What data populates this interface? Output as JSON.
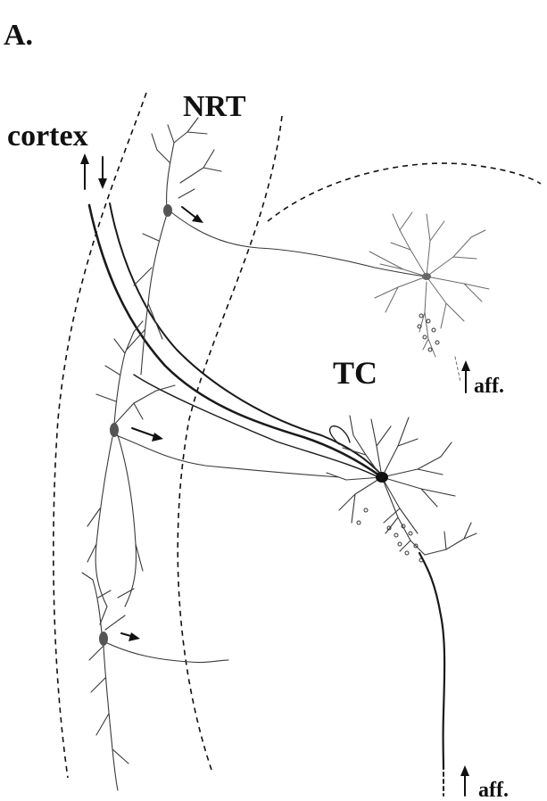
{
  "panel_label": "A.",
  "labels": {
    "cortex": "cortex",
    "nrt": "NRT",
    "tc": "TC",
    "aff_upper": "aff.",
    "aff_lower": "aff."
  },
  "icons": {
    "cortex_arrows": "up-down-arrows-icon",
    "projection_arrow": "right-arrow-icon",
    "afferent_arrow": "up-arrow-icon"
  },
  "colors": {
    "ink": "#111111",
    "dendrite": "#3a3a3a",
    "soma": "#555555",
    "background": "#ffffff"
  }
}
